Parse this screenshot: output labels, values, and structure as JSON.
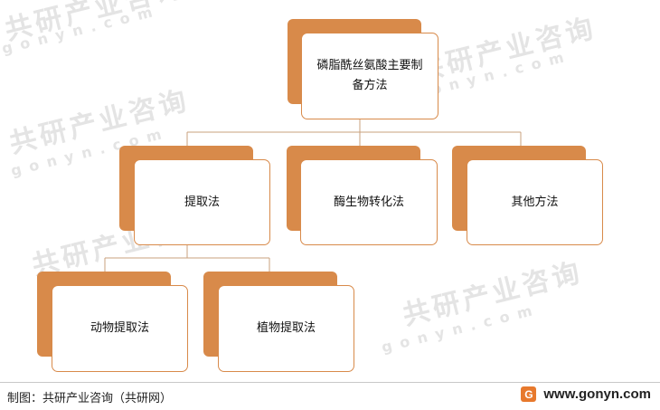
{
  "diagram": {
    "root": "磷脂酰丝氨酸主要制备方法",
    "level1": [
      "提取法",
      "酶生物转化法",
      "其他方法"
    ],
    "level2": [
      "动物提取法",
      "植物提取法"
    ]
  },
  "footer": {
    "source": "制图：共研产业咨询（共研网）",
    "site": "www.gonyn.com"
  },
  "watermark": {
    "cn": "共研产业咨询",
    "en": "gonyn.com"
  },
  "colors": {
    "accent": "#d88a4a",
    "line": "#c9a07d"
  }
}
